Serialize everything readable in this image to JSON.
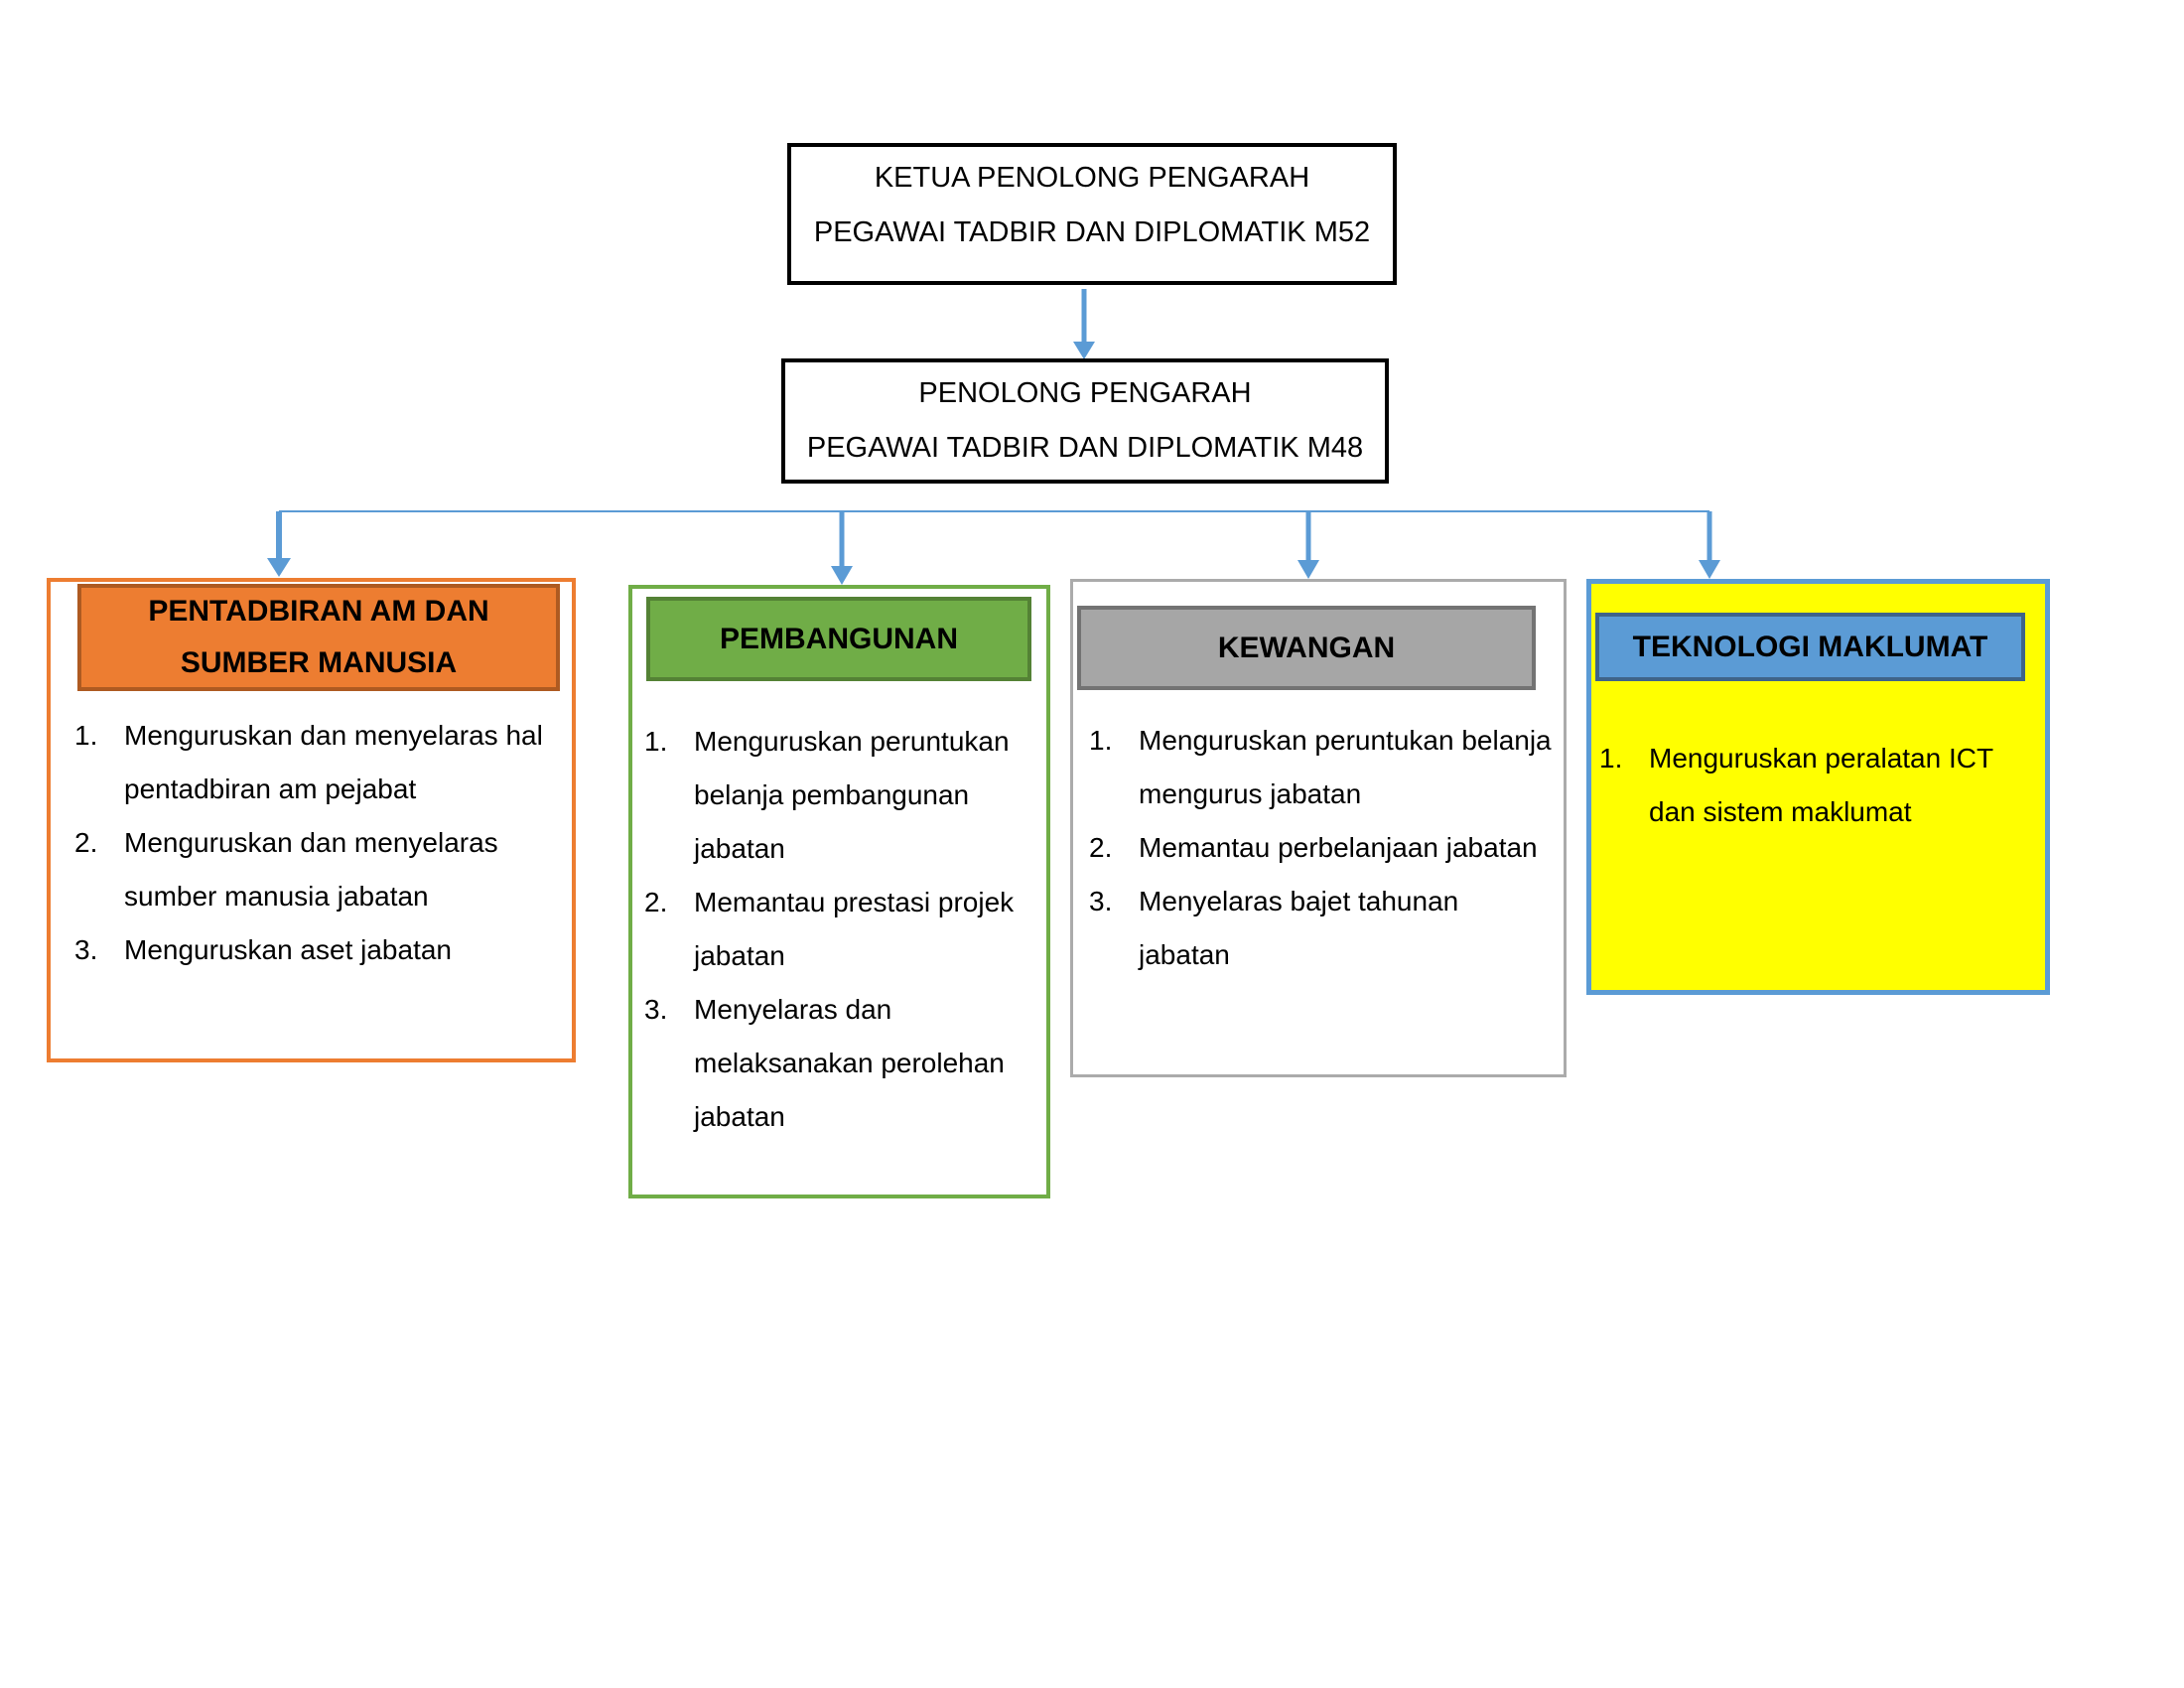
{
  "top_node": {
    "line1": "KETUA PENOLONG PENGARAH",
    "line2": "PEGAWAI TADBIR DAN DIPLOMATIK M52"
  },
  "middle_node": {
    "line1": "PENOLONG PENGARAH",
    "line2": "PEGAWAI TADBIR DAN DIPLOMATIK M48"
  },
  "columns": [
    {
      "title": "PENTADBIRAN AM DAN SUMBER MANUSIA",
      "items": [
        "Menguruskan dan menyelaras hal pentadbiran am pejabat",
        "Menguruskan dan menyelaras sumber manusia jabatan",
        "Menguruskan aset jabatan"
      ]
    },
    {
      "title": "PEMBANGUNAN",
      "items": [
        "Menguruskan peruntukan belanja pembangunan jabatan",
        "Memantau prestasi projek jabatan",
        "Menyelaras dan melaksanakan perolehan jabatan"
      ]
    },
    {
      "title": "KEWANGAN",
      "items": [
        "Menguruskan peruntukan belanja mengurus jabatan",
        "Memantau perbelanjaan jabatan",
        "Menyelaras bajet tahunan jabatan"
      ]
    },
    {
      "title": "TEKNOLOGI MAKLUMAT",
      "items": [
        "Menguruskan peralatan ICT dan sistem maklumat"
      ]
    }
  ],
  "colors": {
    "connector": "#5B9BD5",
    "node_border": "#000000",
    "orange_fill": "#ED7D31",
    "orange_border": "#AE5A21",
    "green_fill": "#70AD47",
    "green_border": "#548235",
    "gray_fill": "#A6A6A6",
    "gray_border": "#737373",
    "gray_outer": "#ABABAB",
    "blue_fill": "#5B9BD5",
    "blue_border": "#3F6489",
    "yellow_fill": "#FFFF00"
  }
}
